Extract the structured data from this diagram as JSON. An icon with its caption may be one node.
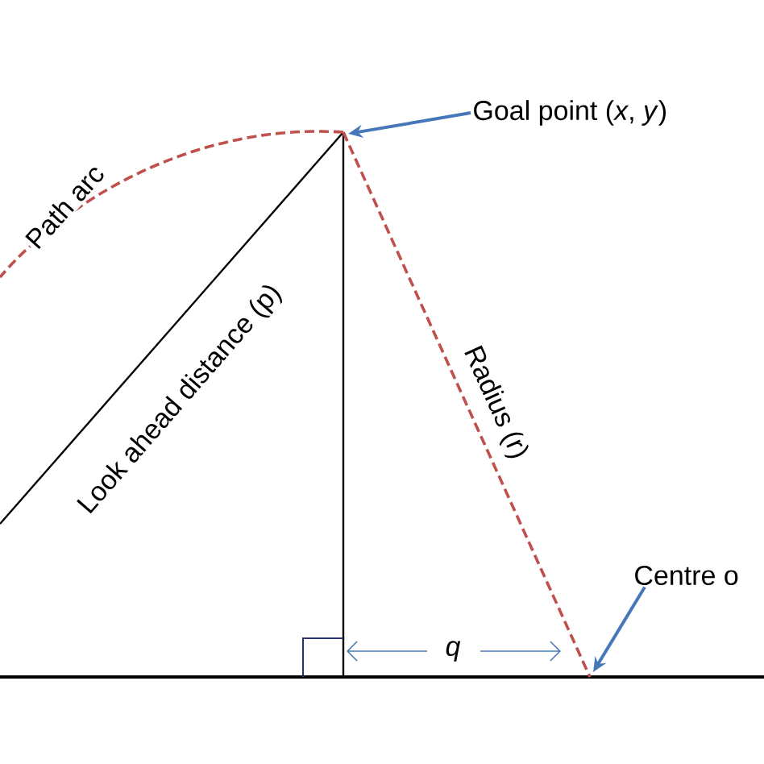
{
  "diagram": {
    "nodes": [
      {
        "text": [
          "Goal point (*x*, *y*)"
        ]
      },
      {
        "text": [
          "Centre o"
        ]
      }
    ],
    "edges": [
      {
        "from": 0,
        "to": null,
        "arrow": "to"
      },
      {
        "from": 1,
        "to": null,
        "arrow": "to"
      }
    ],
    "labels": [
      "Path arc",
      "Look ahead distance (p)",
      "Radius (r)",
      "q"
    ]
  }
}
